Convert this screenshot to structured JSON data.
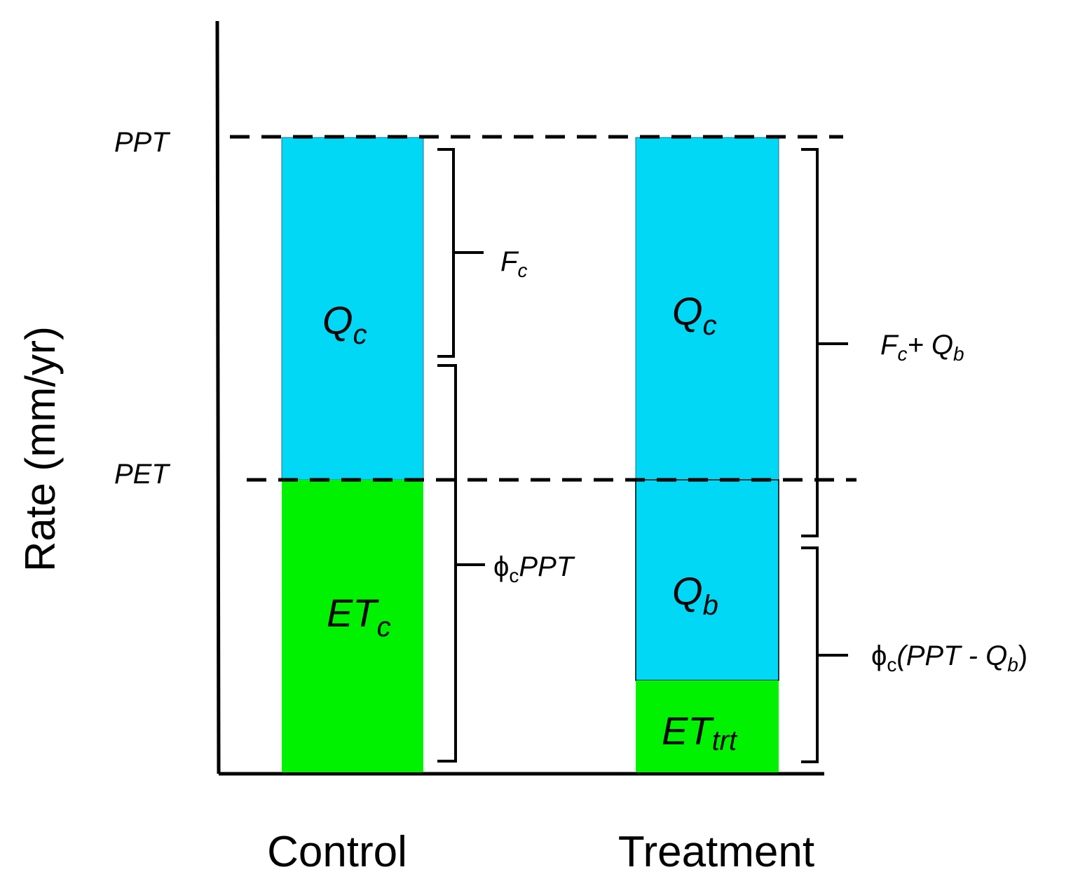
{
  "y_axis_label": "Rate (mm/yr)",
  "levels": {
    "ppt": "PPT",
    "pet": "PET"
  },
  "columns": {
    "control": {
      "label": "Control",
      "upper_segment": {
        "main": "Q",
        "sub": "c"
      },
      "lower_segment": {
        "main": "ET",
        "sub": "c"
      }
    },
    "treatment": {
      "label": "Treatment",
      "upper_segment": {
        "main": "Q",
        "sub": "c"
      },
      "middle_segment": {
        "main": "Q",
        "sub": "b"
      },
      "lower_segment": {
        "main": "ET",
        "sub": "trt"
      }
    }
  },
  "braces": {
    "control_upper": {
      "main": "F",
      "sub": "c"
    },
    "control_lower": {
      "phi": "ϕ",
      "phi_sub": "c",
      "rest": "PPT"
    },
    "treatment_upper": {
      "f": "F",
      "f_sub": "c",
      "plus": "+ Q",
      "q_sub": "b"
    },
    "treatment_lower": {
      "phi": "ϕ",
      "phi_sub": "c",
      "open": "(PPT - Q",
      "q_sub": "b",
      "close": ")"
    }
  },
  "colors": {
    "runoff": "#00d8f6",
    "evapotranspiration": "#00f200",
    "lines": "#000000",
    "background": "#ffffff"
  }
}
